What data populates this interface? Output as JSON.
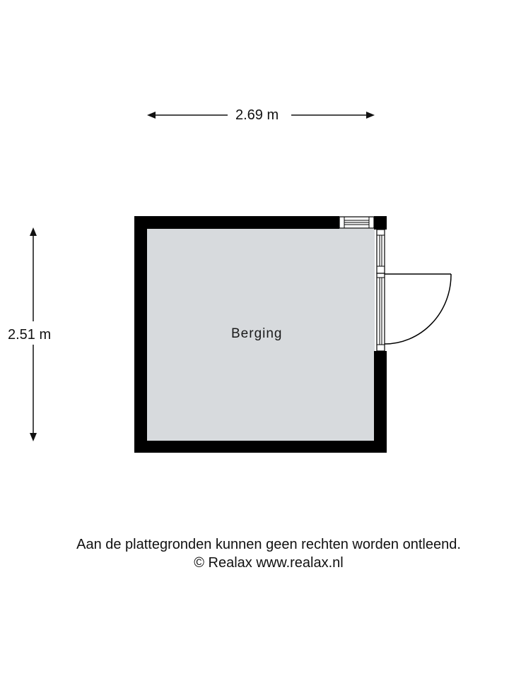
{
  "floorplan": {
    "room": {
      "name": "Berging",
      "fill": "#d7dadd"
    },
    "dimensions": {
      "width": "2.69 m",
      "height": "2.51 m"
    },
    "wall_color": "#000000"
  },
  "footer": {
    "disclaimer": "Aan de plattegronden kunnen geen rechten worden ontleend.",
    "copyright": "© Realax www.realax.nl"
  }
}
